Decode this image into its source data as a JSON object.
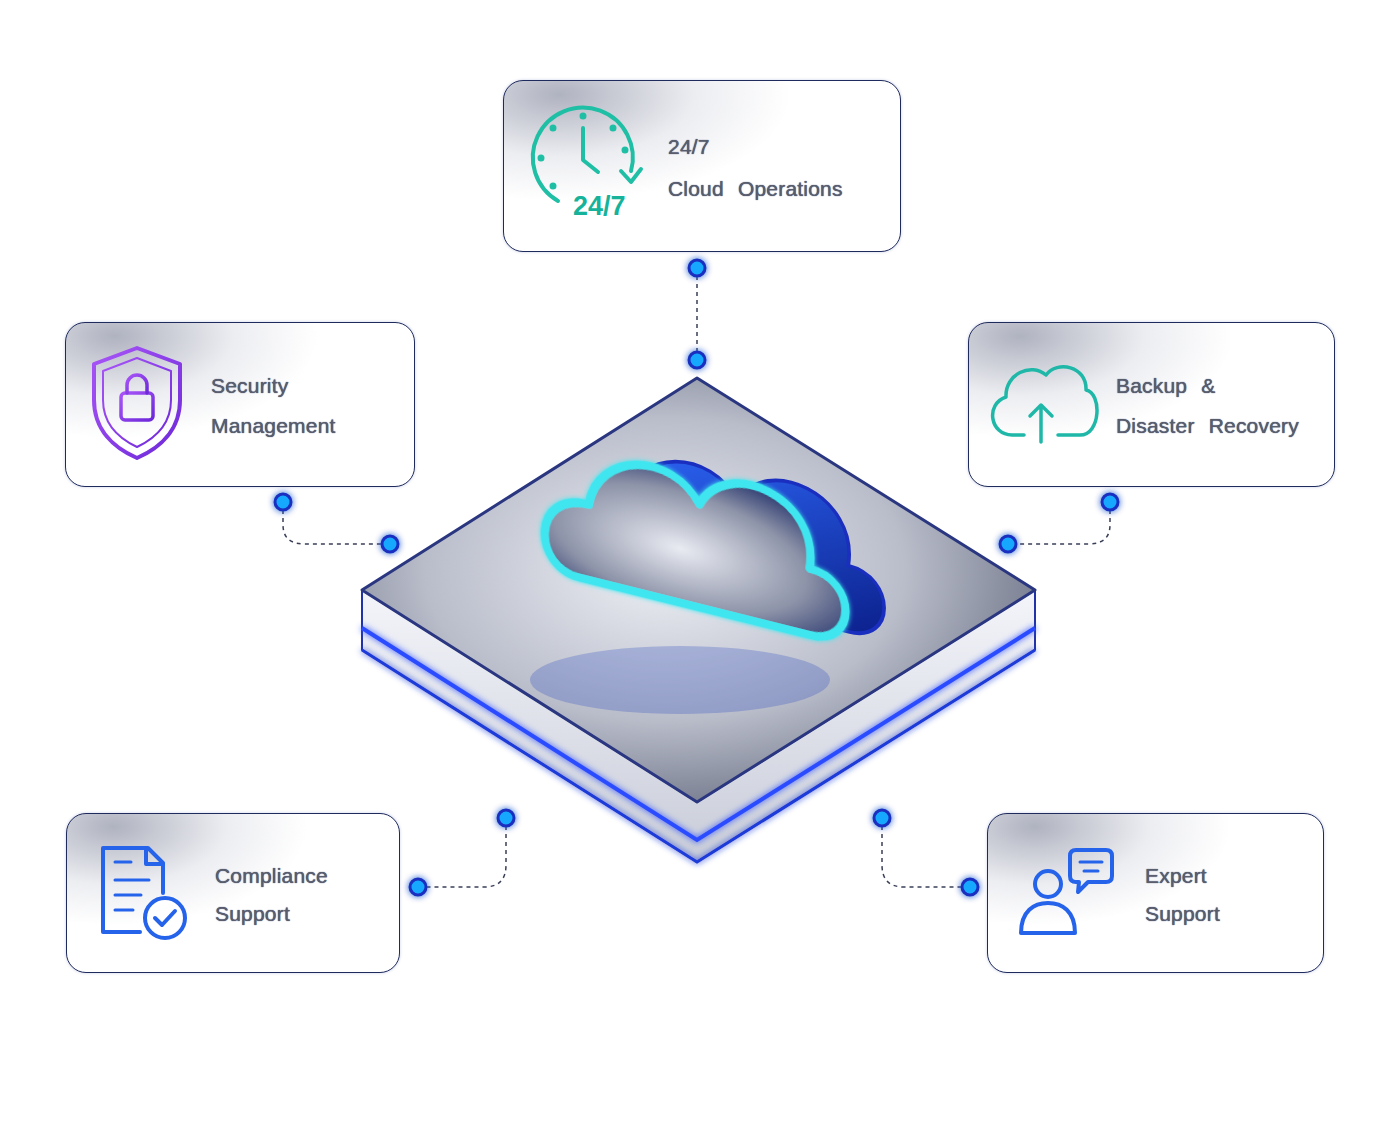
{
  "diagram": {
    "nodes": [
      {
        "text": [
          "24/7",
          "24/7",
          "Cloud Operations"
        ]
      },
      {
        "text": [
          "Security Management"
        ]
      },
      {
        "text": [
          "Backup & Disaster Recovery"
        ]
      },
      {
        "text": [
          "Compliance Support"
        ]
      },
      {
        "text": [
          "Expert Support"
        ]
      }
    ]
  }
}
